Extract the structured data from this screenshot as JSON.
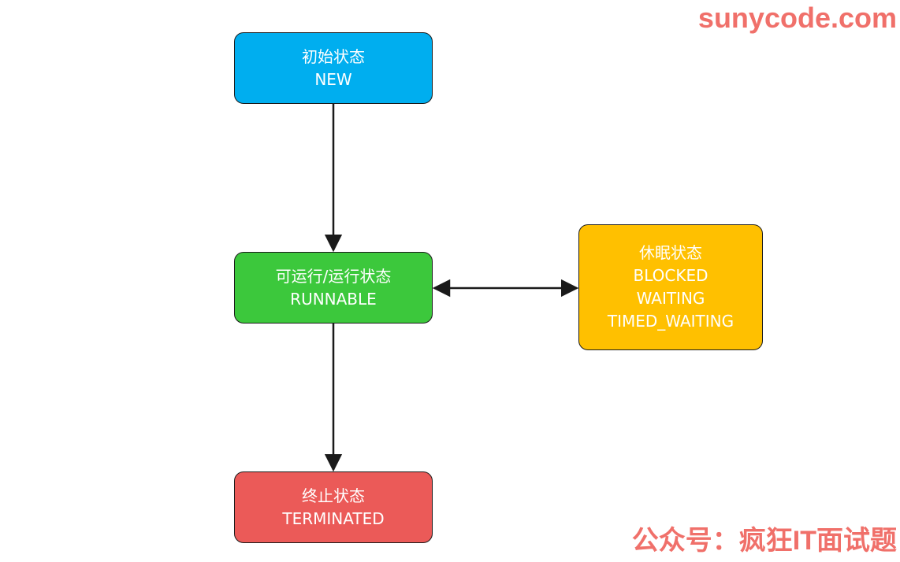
{
  "watermarks": {
    "site": "sunycode.com",
    "account": "公众号：疯狂IT面试题"
  },
  "nodes": {
    "new": {
      "title": "初始状态",
      "state": "NEW",
      "color": "#00aeef"
    },
    "runnable": {
      "title": "可运行/运行状态",
      "state": "RUNNABLE",
      "color": "#3cc83c"
    },
    "blocked": {
      "title": "休眠状态",
      "states": [
        "BLOCKED",
        "WAITING",
        "TIMED_WAITING"
      ],
      "color": "#ffc000"
    },
    "terminated": {
      "title": "终止状态",
      "state": "TERMINATED",
      "color": "#eb5a58"
    }
  },
  "edges": [
    {
      "from": "new",
      "to": "runnable",
      "direction": "forward"
    },
    {
      "from": "runnable",
      "to": "blocked",
      "direction": "both"
    },
    {
      "from": "runnable",
      "to": "terminated",
      "direction": "forward"
    }
  ],
  "colors": {
    "watermark": "#f0706a",
    "border": "#1a1a1a",
    "text": "#ffffff"
  }
}
